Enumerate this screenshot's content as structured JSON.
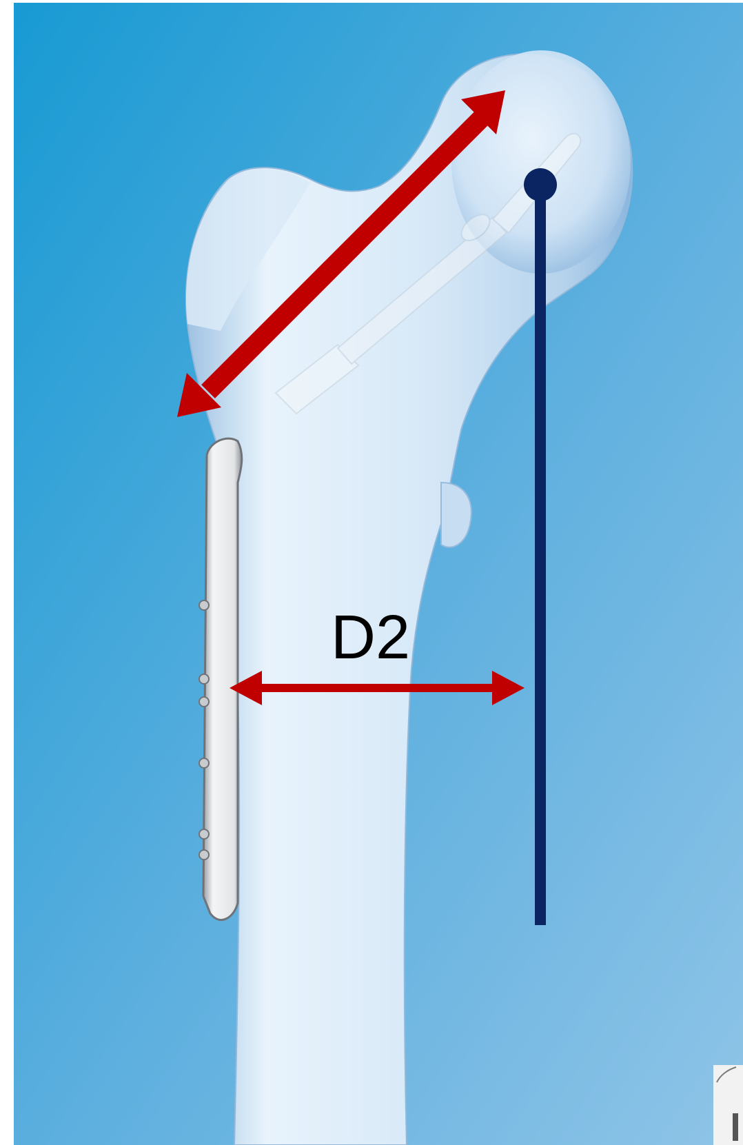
{
  "figure": {
    "distance_label": "D2"
  },
  "colors": {
    "background_top": "#1f9bd3",
    "background_bottom": "#8cc3e6",
    "bone": "#dbeaf7",
    "bone_shadow": "#a9c8e3",
    "implant": "#e6e8ea",
    "implant_edge": "#8a8e92",
    "measurement_arrow": "#c00000",
    "reference_line": "#0b2563",
    "label_text": "#000000"
  },
  "icons": {
    "diagonal_arrow": "double-headed-arrow",
    "horizontal_arrow": "double-headed-arrow",
    "reference_marker": "filled-circle-with-vertical-line"
  }
}
